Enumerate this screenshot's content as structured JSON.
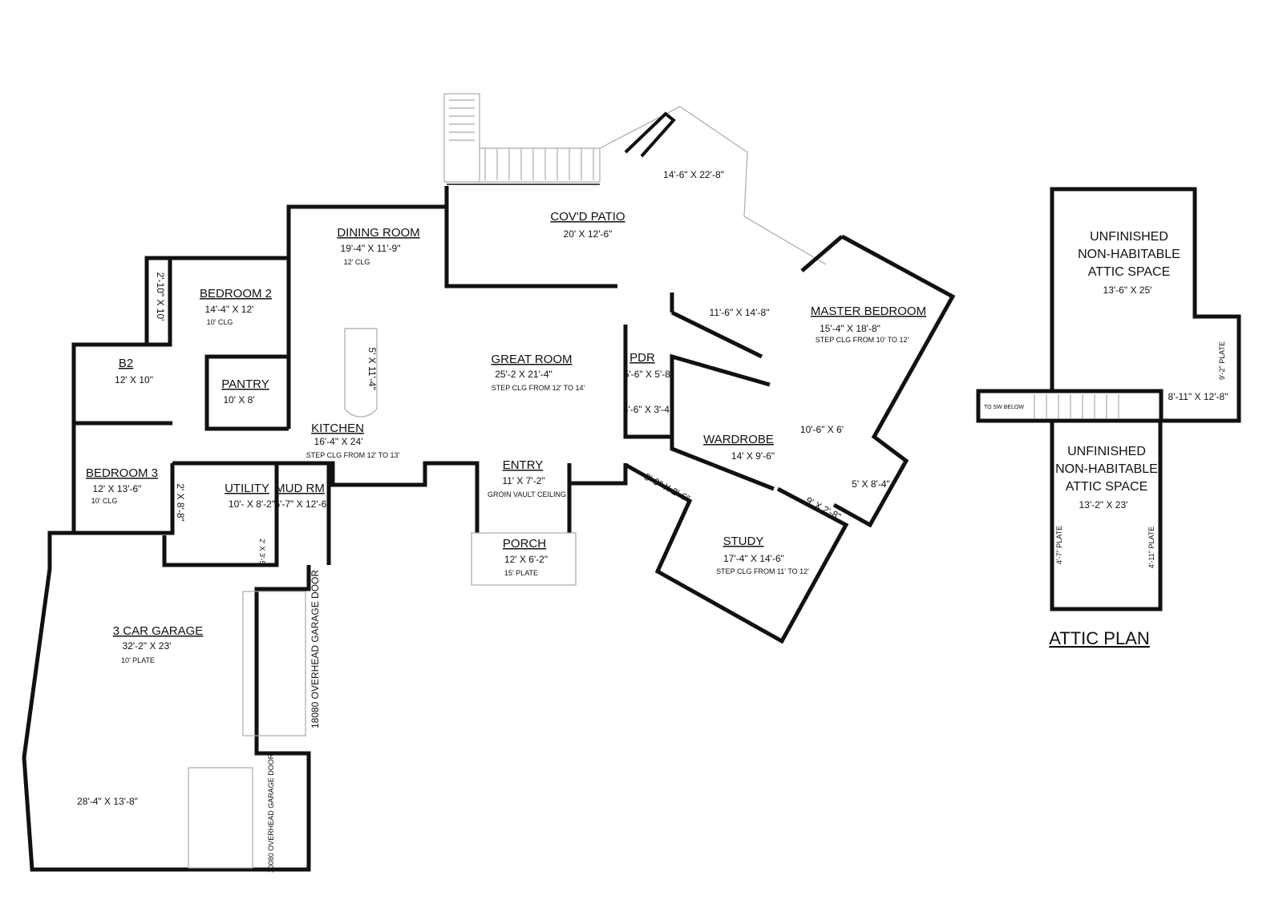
{
  "main_plan": {
    "rooms": {
      "dining": {
        "name": "DINING ROOM",
        "size": "19'-4\" X 11'-9\"",
        "note": "12' CLG"
      },
      "patio": {
        "name": "COV'D PATIO",
        "size": "20' X 12'-6\""
      },
      "outdoor": {
        "size": "14'-6\" X 22'-8\""
      },
      "bedroom2": {
        "name": "BEDROOM 2",
        "size": "14'-4\" X 12'",
        "note": "10' CLG"
      },
      "closet2": {
        "size": "2'-10\" X 10'"
      },
      "b2": {
        "name": "B2",
        "size": "12' X 10\""
      },
      "pantry": {
        "name": "PANTRY",
        "size": "10' X 8'"
      },
      "island": {
        "size": "5' X 11'-4\""
      },
      "great_room": {
        "name": "GREAT ROOM",
        "size": "25'-2 X 21'-4\"",
        "note": "STEP CLG FROM 12' TO 14'"
      },
      "kitchen": {
        "name": "KITCHEN",
        "size": "16'-4\" X 24'",
        "note": "STEP CLG FROM 12' TO 13'"
      },
      "bedroom3": {
        "name": "BEDROOM 3",
        "size": "12' X 13'-6\"",
        "note": "10' CLG"
      },
      "closet3": {
        "size": "2' X 8'-8\""
      },
      "utility": {
        "name": "UTILITY",
        "size": "10'- X 8'-2\""
      },
      "mud": {
        "name": "MUD RM",
        "size": "6'-7\" X 12'-6\""
      },
      "closet_mud": {
        "size": "2' X 3'-5\""
      },
      "entry": {
        "name": "ENTRY",
        "size": "11' X 7'-2\"",
        "note": "GROIN VAULT CEILING"
      },
      "porch": {
        "name": "PORCH",
        "size": "12' X 6'-2\"",
        "note": "15' PLATE"
      },
      "pdr": {
        "name": "PDR",
        "size": "5'-6\" X 5'-8\""
      },
      "pdr_closet": {
        "size": "5'-6\" X 3'-4\""
      },
      "master_patio": {
        "size": "11'-6\" X 14'-8\""
      },
      "master": {
        "name": "MASTER BEDROOM",
        "size": "15'-4\" X 18'-8\"",
        "note": "STEP CLG FROM 10' TO 12'"
      },
      "wardrobe": {
        "name": "WARDROBE",
        "size": "14' X 9'-6\""
      },
      "master_bath": {
        "size": "10'-6\" X 6'"
      },
      "shower": {
        "size": "5' X 8'-4\""
      },
      "hall_closet": {
        "size": "8'-9\" X 2'-6\""
      },
      "wc": {
        "size": "9' X 2'-8\""
      },
      "study": {
        "name": "STUDY",
        "size": "17'-4\" X 14'-6\"",
        "note": "STEP CLG FROM 11' TO 12'"
      },
      "garage": {
        "name": "3 CAR GARAGE",
        "size": "32'-2\" X 23'",
        "note": "10' PLATE"
      },
      "garage_ext": {
        "size": "28'-4\" X 13'-8\""
      }
    },
    "garage_door_1": "18080 OVERHEAD GARAGE DOOR",
    "garage_door_2": "10080 OVERHEAD GARAGE DOOR"
  },
  "attic_plan": {
    "title": "ATTIC PLAN",
    "upper": {
      "line1": "UNFINISHED",
      "line2": "NON-HABITABLE",
      "line3": "ATTIC SPACE",
      "size": "13'-6\" X 25'"
    },
    "plate_right": "9'-2\" PLATE",
    "stair_note": "TO SW BELOW",
    "landing": "8'-11\" X 12'-8\"",
    "lower": {
      "line1": "UNFINISHED",
      "line2": "NON-HABITABLE",
      "line3": "ATTIC SPACE",
      "size": "13'-2\" X 23'"
    },
    "plate_left": "4'-7\" PLATE",
    "plate_right_lower": "4'-11\" PLATE"
  }
}
